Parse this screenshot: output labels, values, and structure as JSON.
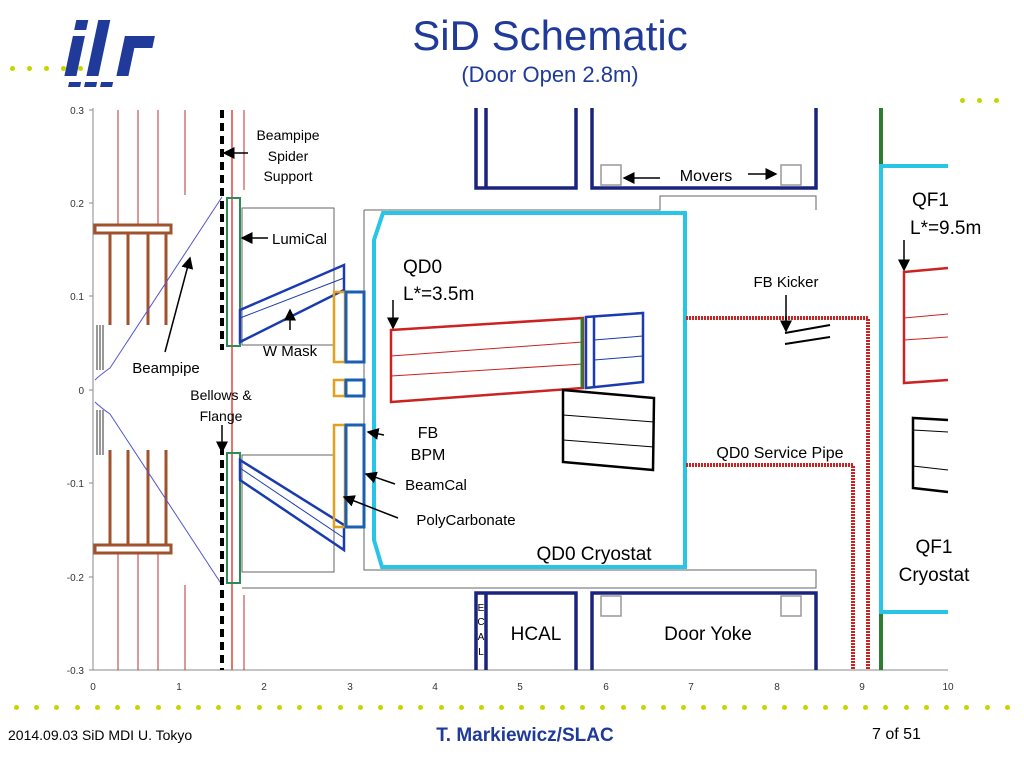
{
  "slide": {
    "title": "SiD Schematic",
    "subtitle": "(Door Open 2.8m)",
    "logo_text": "ilc"
  },
  "chart_data": {
    "type": "diagram",
    "x_ticks": [
      "0",
      "1",
      "2",
      "3",
      "4",
      "5",
      "6",
      "7",
      "8",
      "9",
      "10"
    ],
    "y_ticks": [
      "0.3",
      "0.2",
      "0.1",
      "0",
      "-0.1",
      "-0.2",
      "-0.3"
    ],
    "xlim": [
      0,
      10
    ],
    "ylim": [
      -0.3,
      0.3
    ],
    "labels": {
      "beampipe_spider": [
        "Beampipe",
        "Spider",
        "Support"
      ],
      "movers": "Movers",
      "qf1_top": [
        "QF1",
        "L*=9.5m"
      ],
      "lumical": "LumiCal",
      "qd0": [
        "QD0",
        "L*=3.5m"
      ],
      "fb_kicker": "FB Kicker",
      "w_mask": "W Mask",
      "beampipe": "Beampipe",
      "bellows": [
        "Bellows &",
        "Flange"
      ],
      "fb_bpm": [
        "FB",
        "BPM"
      ],
      "qd0_service_pipe": "QD0 Service Pipe",
      "beamcal": "BeamCal",
      "polycarbonate": "PolyCarbonate",
      "qd0_cryostat": "QD0 Cryostat",
      "qf1_cryostat": [
        "QF1",
        "Cryostat"
      ],
      "ecal": [
        "E",
        "C",
        "A",
        "L"
      ],
      "hcal": "HCAL",
      "door_yoke": "Door Yoke"
    }
  },
  "footer": {
    "left": "2014.09.03 SiD MDI U. Tokyo",
    "center": "T. Markiewicz/SLAC",
    "right": "7 of 51"
  },
  "colors": {
    "title": "#1f3a99",
    "accent_dots": "#c8d400",
    "navy": "#1a237e",
    "cyan": "#29c5e6",
    "red": "#cc2222",
    "brown": "#a0522d",
    "green": "#2e7d32",
    "orange": "#e0a020",
    "teal": "#2e8b57"
  }
}
